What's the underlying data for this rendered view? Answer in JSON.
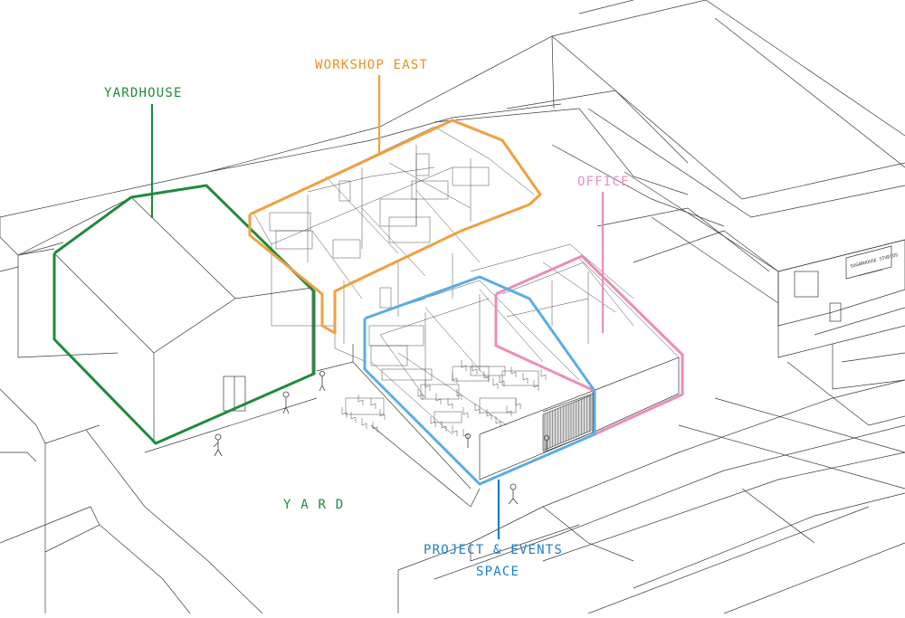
{
  "labels": {
    "yardhouse": "YARDHOUSE",
    "workshop_east": "WORKSHOP EAST",
    "office": "OFFICE",
    "yard": "Y A R D",
    "project_line1": "PROJECT & EVENTS",
    "project_line2": "SPACE",
    "sign": "SUGARHOUSE STUDIOS"
  },
  "colors": {
    "yardhouse": "#1e8b3c",
    "workshop_east": "#f0a040",
    "workshop_east_text": "#e8901c",
    "office": "#ec8cbc",
    "project_space": "#5aaee0",
    "project_space_text": "#1c7ec4",
    "linework": "#3a3a3a"
  }
}
